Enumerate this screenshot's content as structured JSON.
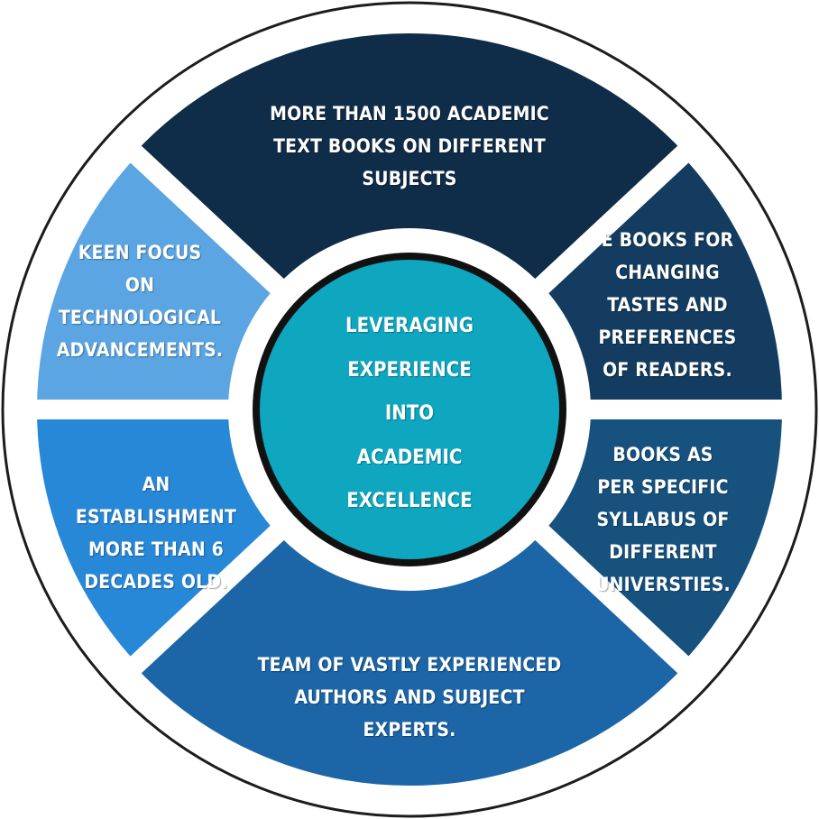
{
  "colors": {
    "outer_ring": "#1c1c1c",
    "background": "#ffffff",
    "segment_top": "#0f2c48",
    "segment_upper_right": "#133c60",
    "segment_lower_right": "#17527f",
    "segment_bottom": "#1c65a6",
    "segment_lower_left": "#2788d8",
    "segment_upper_left": "#5aa5e2",
    "center_fill": "#0fa6c0",
    "center_ring": "#111111"
  },
  "center": {
    "lines": [
      "LEVERAGING",
      "EXPERIENCE",
      "INTO",
      "ACADEMIC",
      "EXCELLENCE"
    ]
  },
  "segments": {
    "top": {
      "lines": [
        "MORE THAN 1500 ACADEMIC",
        "TEXT BOOKS ON DIFFERENT",
        "SUBJECTS"
      ]
    },
    "upper_right": {
      "lines": [
        "E BOOKS FOR",
        "CHANGING",
        "TASTES AND",
        "PREFERENCES",
        "OF READERS."
      ]
    },
    "lower_right": {
      "lines": [
        "BOOKS AS",
        "PER SPECIFIC",
        "SYLLABUS OF",
        "DIFFERENT",
        "UNIVERSTIES."
      ]
    },
    "bottom": {
      "lines": [
        "TEAM OF VASTLY EXPERIENCED",
        "AUTHORS AND SUBJECT",
        "EXPERTS."
      ]
    },
    "lower_left": {
      "lines": [
        "AN",
        "ESTABLISHMENT",
        "MORE THAN 6",
        "DECADES OLD."
      ]
    },
    "upper_left": {
      "lines": [
        "KEEN FOCUS",
        "ON",
        "TECHNOLOGICAL",
        "ADVANCEMENTS."
      ]
    }
  }
}
